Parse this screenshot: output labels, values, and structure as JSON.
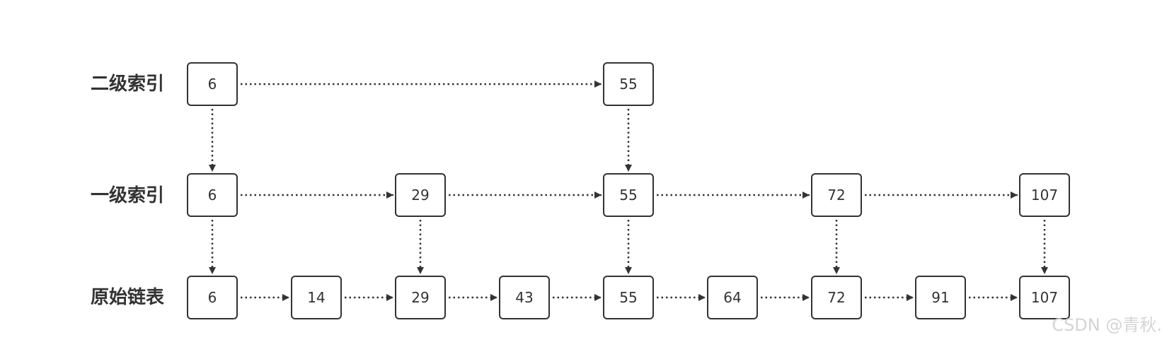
{
  "levels": [
    {
      "label": "二级索引",
      "nodes": [
        "6",
        "55"
      ]
    },
    {
      "label": "一级索引",
      "nodes": [
        "6",
        "29",
        "55",
        "72",
        "107"
      ]
    },
    {
      "label": "原始链表",
      "nodes": [
        "6",
        "14",
        "29",
        "43",
        "55",
        "64",
        "72",
        "91",
        "107"
      ]
    }
  ],
  "watermark": "CSDN @青秋.",
  "colors": {
    "stroke": "#333333",
    "watermark": "#d4d4d4",
    "background": "#ffffff"
  }
}
